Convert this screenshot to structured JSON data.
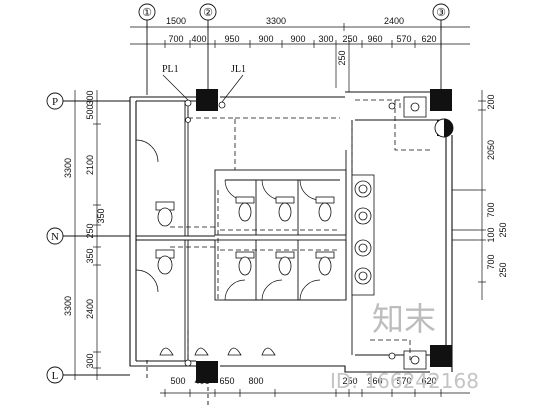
{
  "axes_top": [
    "①",
    "②",
    "③"
  ],
  "axes_left": [
    "P",
    "N",
    "L"
  ],
  "dims_top_overall": [
    "1500",
    "3300",
    "2400"
  ],
  "dims_top_detail": [
    "700",
    "400",
    "950",
    "900",
    "900",
    "300",
    "250",
    "960",
    "570",
    "620",
    "250"
  ],
  "dims_bottom_detail": [
    "500",
    "400",
    "650",
    "800",
    "250",
    "960",
    "570",
    "620"
  ],
  "dims_left_overall": [
    "3300",
    "3300"
  ],
  "dims_left_detail": [
    "300",
    "500",
    "2100",
    "350",
    "250",
    "350",
    "2400",
    "300"
  ],
  "dims_right": [
    "200",
    "2050",
    "700",
    "100",
    "250",
    "700",
    "250"
  ],
  "pipe_tags": [
    "PL1",
    "JL1"
  ],
  "watermark": {
    "text": "知末",
    "id": "ID: 166242168"
  }
}
